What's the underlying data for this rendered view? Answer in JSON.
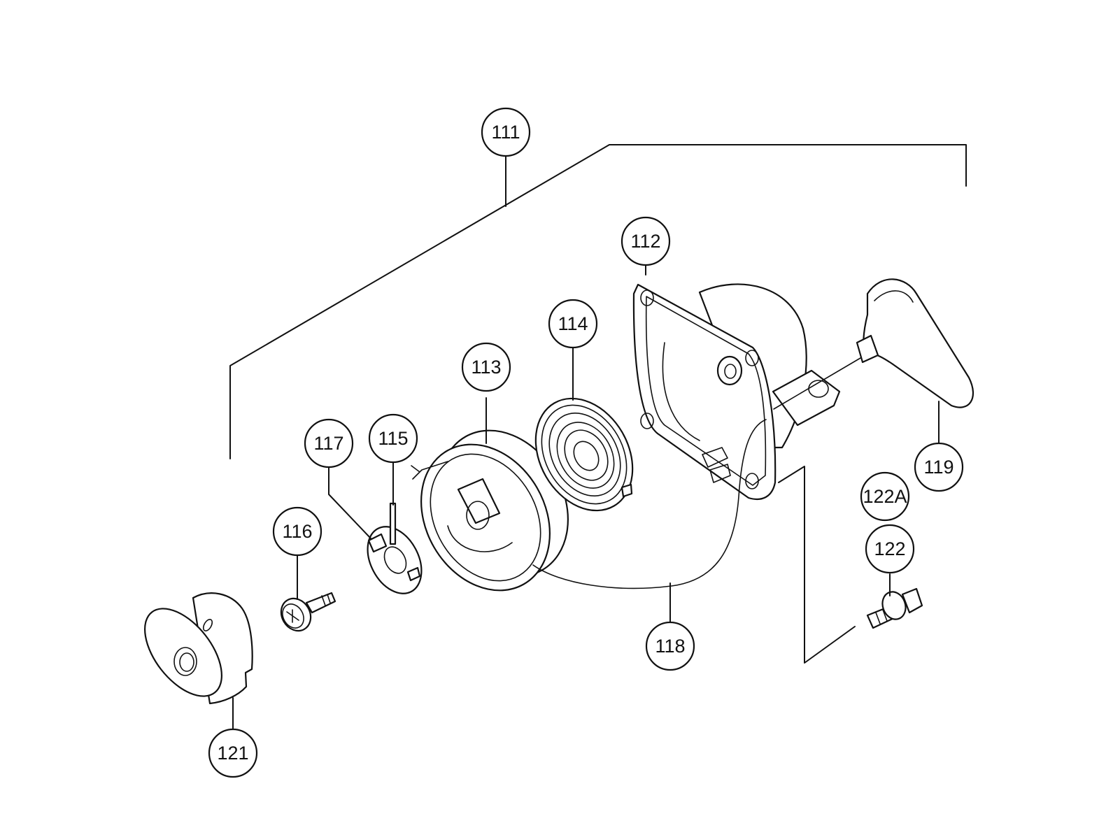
{
  "callouts": {
    "p111": "111",
    "p112": "112",
    "p113": "113",
    "p114": "114",
    "p115": "115",
    "p116": "116",
    "p117": "117",
    "p118": "118",
    "p119": "119",
    "p121": "121",
    "p122": "122",
    "p122a": "122A"
  },
  "colors": {
    "ink": "#111111",
    "paper": "#ffffff"
  }
}
